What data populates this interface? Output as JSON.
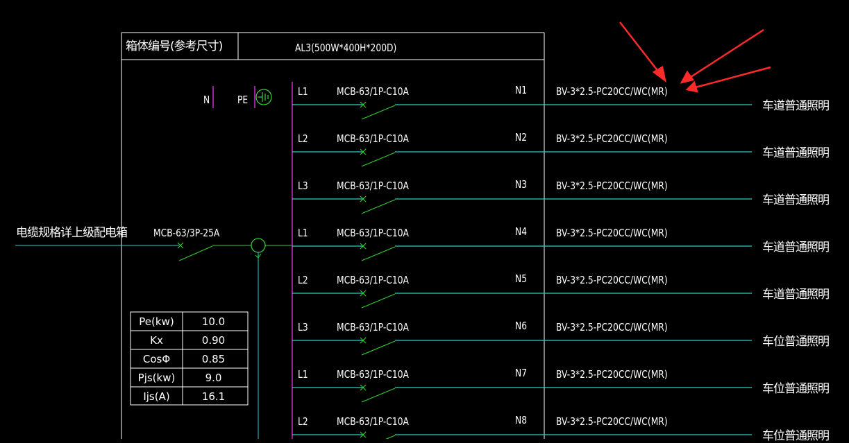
{
  "panel": {
    "header_label": "箱体编号(参考尺寸)",
    "header_value": "AL3(500W*400H*200D)",
    "n_label": "N",
    "pe_label": "PE"
  },
  "incoming": {
    "source_label": "电缆规格详上级配电箱",
    "breaker": "MCB-63/3P-25A"
  },
  "load_table": [
    {
      "param": "Pe(kw)",
      "value": "10.0"
    },
    {
      "param": "Kx",
      "value": "0.90"
    },
    {
      "param": "CosΦ",
      "value": "0.85"
    },
    {
      "param": "Pjs(kw)",
      "value": "9.0"
    },
    {
      "param": "Ijs(A)",
      "value": "16.1"
    }
  ],
  "circuits": [
    {
      "phase": "L1",
      "breaker": "MCB-63/1P-C10A",
      "circuit": "N1",
      "cable": "BV-3*2.5-PC20CC/WC(MR)",
      "load": "车道普通照明"
    },
    {
      "phase": "L2",
      "breaker": "MCB-63/1P-C10A",
      "circuit": "N2",
      "cable": "BV-3*2.5-PC20CC/WC(MR)",
      "load": "车道普通照明"
    },
    {
      "phase": "L3",
      "breaker": "MCB-63/1P-C10A",
      "circuit": "N3",
      "cable": "BV-3*2.5-PC20CC/WC(MR)",
      "load": "车道普通照明"
    },
    {
      "phase": "L1",
      "breaker": "MCB-63/1P-C10A",
      "circuit": "N4",
      "cable": "BV-3*2.5-PC20CC/WC(MR)",
      "load": "车道普通照明"
    },
    {
      "phase": "L2",
      "breaker": "MCB-63/1P-C10A",
      "circuit": "N5",
      "cable": "BV-3*2.5-PC20CC/WC(MR)",
      "load": "车道普通照明"
    },
    {
      "phase": "L3",
      "breaker": "MCB-63/1P-C10A",
      "circuit": "N6",
      "cable": "BV-3*2.5-PC20CC/WC(MR)",
      "load": "车位普通照明"
    },
    {
      "phase": "L1",
      "breaker": "MCB-63/1P-C10A",
      "circuit": "N7",
      "cable": "BV-3*2.5-PC20CC/WC(MR)",
      "load": "车位普通照明"
    },
    {
      "phase": "L2",
      "breaker": "MCB-63/1P-C10A",
      "circuit": "N8",
      "cable": "BV-3*2.5-PC20CC/WC(MR)",
      "load": "车位普通照明"
    }
  ],
  "colors": {
    "background": "#000000",
    "frame": "#ffffff",
    "wire": "#33cccc",
    "switch": "#33cc33",
    "bus": "#cc33cc",
    "annotation_arrow": "#ff2a2a"
  }
}
